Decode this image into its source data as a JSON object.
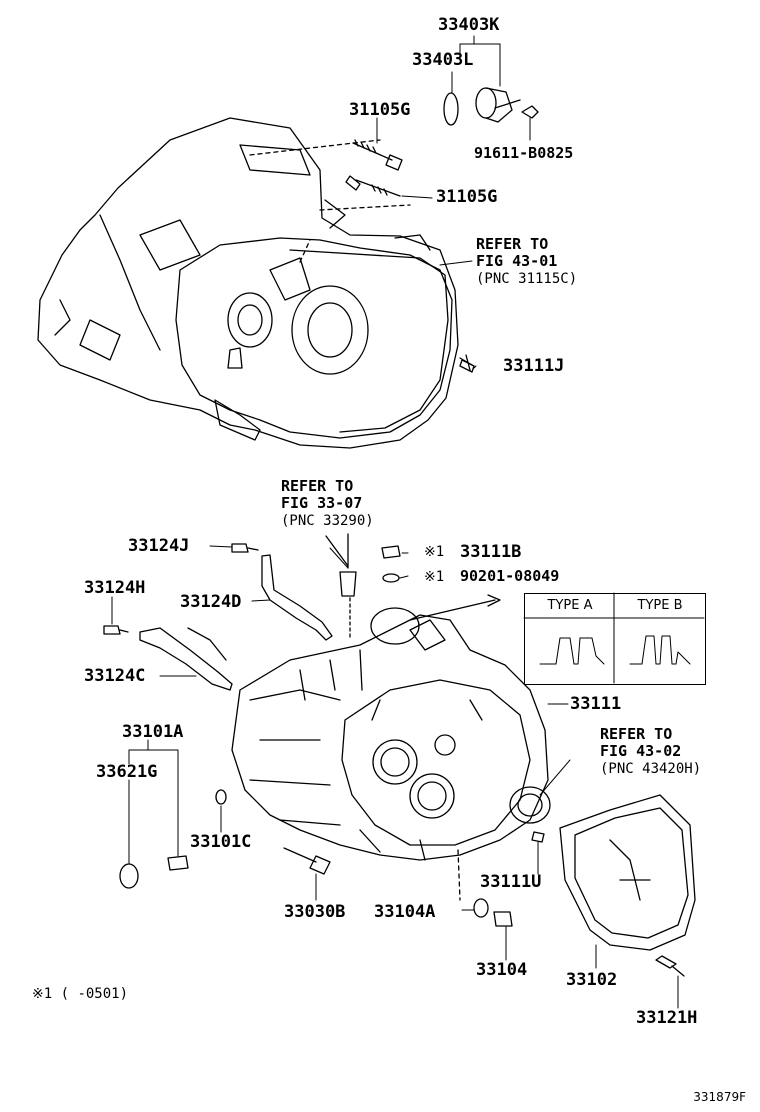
{
  "parts": {
    "p33403K": "33403K",
    "p33403L": "33403L",
    "p31105G_a": "31105G",
    "p91611": "91611-B0825",
    "p31105G_b": "31105G",
    "p33111J": "33111J",
    "p33124J": "33124J",
    "p33111B": "33111B",
    "p90201": "90201-08049",
    "p33124H": "33124H",
    "p33124D": "33124D",
    "p33124C": "33124C",
    "p33111": "33111",
    "p33101A": "33101A",
    "p33621G": "33621G",
    "p33101C": "33101C",
    "p33111U": "33111U",
    "p33030B": "33030B",
    "p33104A": "33104A",
    "p33104": "33104",
    "p33102": "33102",
    "p33121H": "33121H"
  },
  "refs": {
    "ref1": {
      "line1": "REFER TO",
      "line2": "FIG 43-01",
      "pnc": "(PNC 31115C)"
    },
    "ref2": {
      "line1": "REFER TO",
      "line2": "FIG 33-07",
      "pnc": "(PNC 33290)"
    },
    "ref3": {
      "line1": "REFER TO",
      "line2": "FIG 43-02",
      "pnc": "(PNC 43420H)"
    }
  },
  "marks": {
    "m1": "※1",
    "m2": "※1"
  },
  "type_box": {
    "type_a": "TYPE A",
    "type_b": "TYPE B"
  },
  "footnote": "※1 (      -0501)",
  "figure_id": "331879F"
}
